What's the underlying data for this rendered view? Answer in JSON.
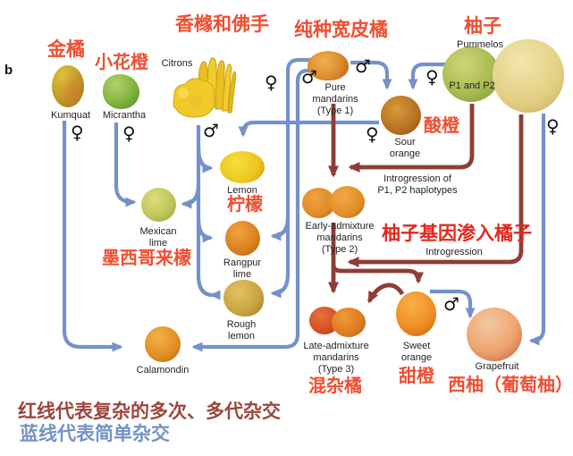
{
  "panel_label": "b",
  "colors": {
    "blue_line": "#7492c8",
    "red_line": "#8e3d37",
    "red_text": "#f14e31",
    "bright_red_text": "#e7271d",
    "legend_red": "#9d453c",
    "legend_blue": "#7492c8",
    "black_text": "#262223"
  },
  "symbols": {
    "female": "♀",
    "male": "♂"
  },
  "legend": {
    "red": "红线代表复杂的多次、多代杂交",
    "blue": "蓝线代表简单杂交"
  },
  "edge_labels": {
    "introgression_p1p2": [
      "Introgression of",
      "P1, P2 haplotypes"
    ],
    "introgression": "Introgression",
    "pummelo_into_mandarin_zh": "柚子基因渗入橘子"
  },
  "nodes": {
    "kumquat": {
      "en": "Kumquat",
      "zh": "金橘"
    },
    "micrantha": {
      "en": "Micrantha",
      "zh": "小花橙"
    },
    "citrons": {
      "en": "Citrons",
      "zh": "香橼和佛手"
    },
    "pure_mandarins": {
      "en": [
        "Pure",
        "mandarins",
        "(Type 1)"
      ],
      "zh": "纯种宽皮橘"
    },
    "pummelos": {
      "en": "Pummelos",
      "zh": "柚子",
      "badge": "P1 and P2"
    },
    "sour_orange": {
      "en": [
        "Sour",
        "orange"
      ],
      "zh": "酸橙"
    },
    "lemon": {
      "en": "Lemon",
      "zh": "柠檬"
    },
    "mexican_lime": {
      "en": [
        "Mexican",
        "lime"
      ],
      "zh": "墨西哥来檬"
    },
    "rangpur_lime": {
      "en": [
        "Rangpur",
        "lime"
      ]
    },
    "rough_lemon": {
      "en": [
        "Rough",
        "lemon"
      ]
    },
    "calamondin": {
      "en": "Calamondin"
    },
    "early_admixture_mandarins": {
      "en": [
        "Early-admixture",
        "mandarins",
        "(Type 2)"
      ]
    },
    "late_admixture_mandarins": {
      "en": [
        "Late-admixture",
        "mandarins",
        "(Type 3)"
      ],
      "zh": "混杂橘"
    },
    "sweet_orange": {
      "en": [
        "Sweet",
        "orange"
      ],
      "zh": "甜橙"
    },
    "grapefruit": {
      "en": "Grapefruit",
      "zh": "西柚（葡萄柚）"
    }
  },
  "edges": {
    "blue_simple_crosses": [
      {
        "from": "kumquat",
        "to": "calamondin",
        "parent_role": "female"
      },
      {
        "from": "pure_mandarins",
        "to": "calamondin",
        "parent_role": "male"
      },
      {
        "from": "micrantha",
        "to": "mexican_lime",
        "parent_role": "female"
      },
      {
        "from": "citrons",
        "to": "mexican_lime",
        "parent_role": "male"
      },
      {
        "from": "citrons",
        "to": "lemon",
        "parent_role": "male"
      },
      {
        "from": "sour_orange",
        "to": "lemon",
        "parent_role": "female"
      },
      {
        "from": "citrons",
        "to": "rangpur_lime",
        "parent_role": "male"
      },
      {
        "from": "pure_mandarins",
        "to": "rangpur_lime",
        "parent_role": "female"
      },
      {
        "from": "citrons",
        "to": "rough_lemon",
        "parent_role": "male"
      },
      {
        "from": "pure_mandarins",
        "to": "rough_lemon",
        "parent_role": "female"
      },
      {
        "from": "pure_mandarins",
        "to": "sour_orange",
        "parent_role": "male"
      },
      {
        "from": "pummelos",
        "to": "sour_orange",
        "parent_role": "female"
      },
      {
        "from": "pummelos",
        "to": "grapefruit",
        "parent_role": "female"
      },
      {
        "from": "sweet_orange",
        "to": "grapefruit",
        "parent_role": "male"
      }
    ],
    "red_complex_admixture": [
      {
        "from": "pure_mandarins",
        "to": "early_admixture_mandarins"
      },
      {
        "from": "pummelos",
        "to": "early_admixture_mandarins",
        "label": "Introgression of P1, P2 haplotypes"
      },
      {
        "from": "pummelos",
        "to": "late_admixture_mandarins",
        "label": "Introgression"
      },
      {
        "from": "early_admixture_mandarins",
        "to": "late_admixture_mandarins"
      },
      {
        "from": "early_admixture_mandarins",
        "to": "sweet_orange"
      },
      {
        "from": "sweet_orange",
        "to": "late_admixture_mandarins"
      }
    ]
  }
}
